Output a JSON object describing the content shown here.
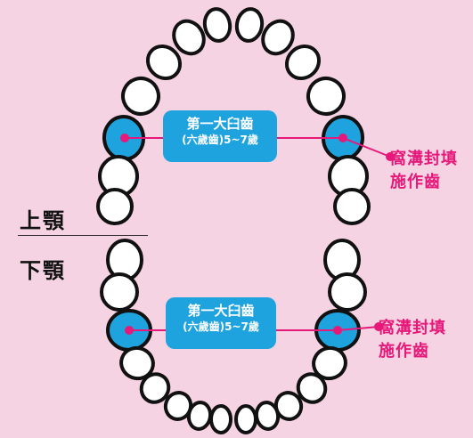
{
  "upper_jaw_label": "上顎",
  "lower_jaw_label": "下顎",
  "upper_box": {
    "line1": "第一大臼齒",
    "line2": "(六歲齒)5~7歲"
  },
  "lower_box": {
    "line1": "第一大臼齒",
    "line2": "(六歲齒)5~7歲"
  },
  "upper_side_label": {
    "line1": "窩溝封填",
    "line2": "施作齒"
  },
  "lower_side_label": {
    "line1": "窩溝封填",
    "line2": "施作齒"
  },
  "colors": {
    "background": "#f6d3e2",
    "molar_fill": "#1ea3df",
    "accent_pink": "#e6197a",
    "tooth_outline": "#111111"
  }
}
